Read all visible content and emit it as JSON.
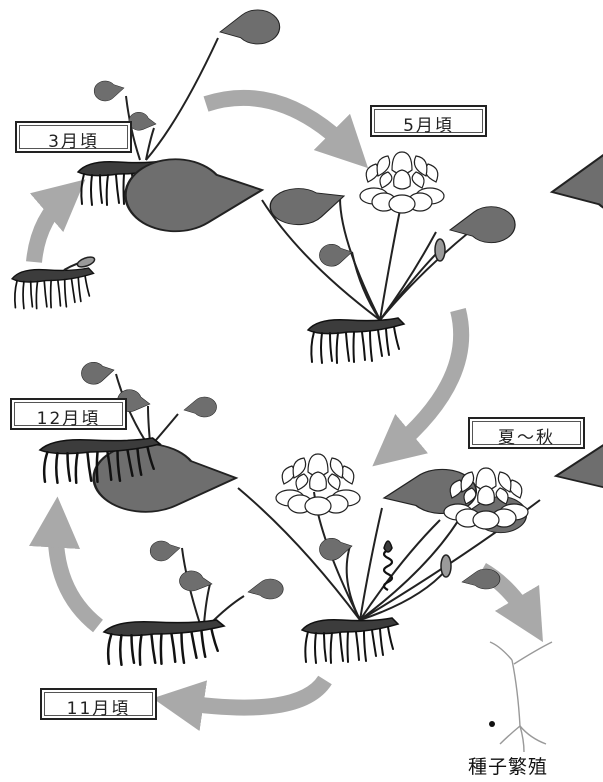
{
  "stage_labels": {
    "march": "3月頃",
    "may": "5月頃",
    "summer_autumn": "夏～秋",
    "december": "12月頃",
    "november": "11月頃"
  },
  "caption": "種子繁殖",
  "colors": {
    "leaf_fill": "#6e6e6e",
    "leaf_outline": "#222222",
    "arrow": "#a9a9a9",
    "rhizome": "#3c3c3c",
    "flower_petal": "#ffffff"
  }
}
